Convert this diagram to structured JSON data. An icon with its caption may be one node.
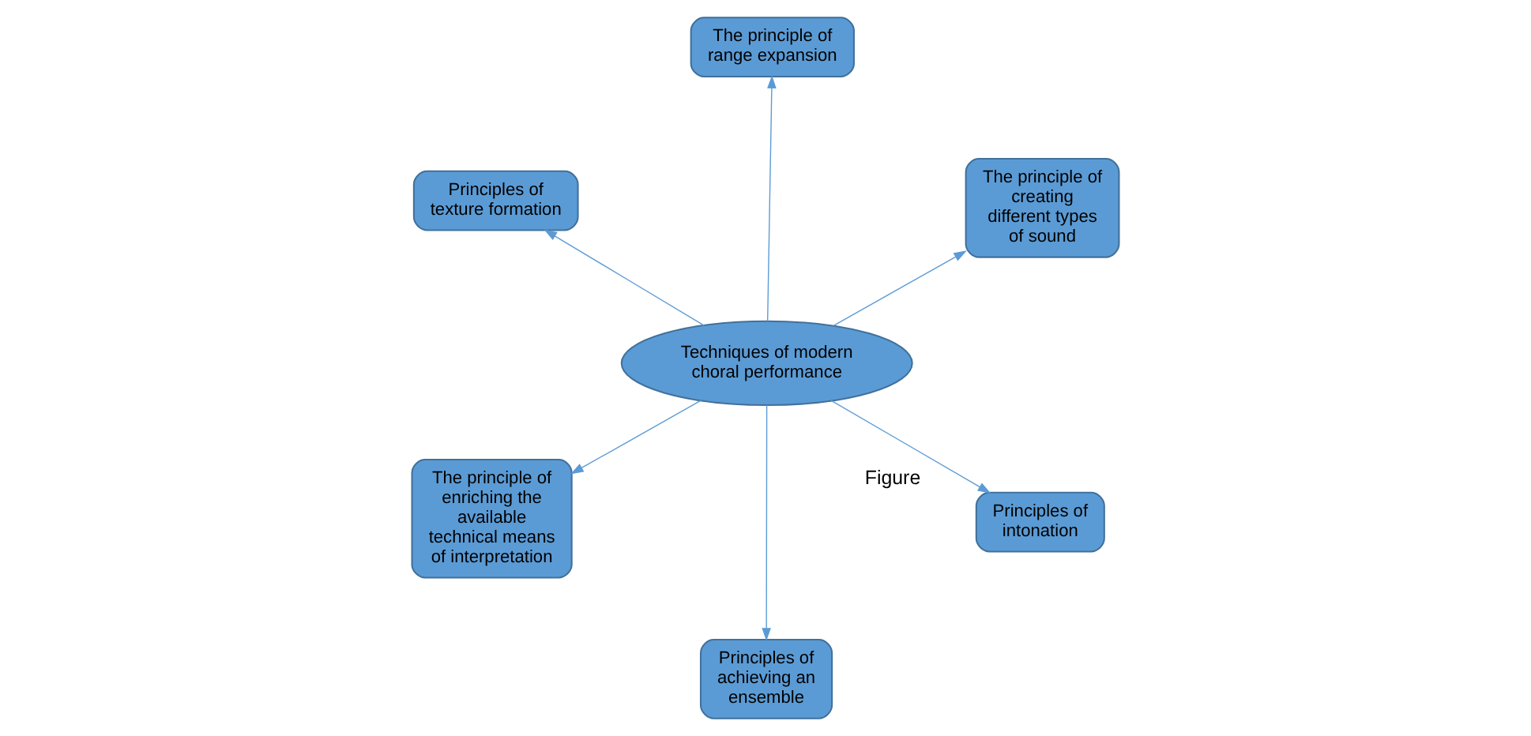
{
  "diagram": {
    "nodes": [
      {
        "text": [
          "Techniques of modern choral performance"
        ]
      },
      {
        "text": [
          "Principles of intonation"
        ]
      },
      {
        "text": [
          "Principles of achieving an ensemble"
        ]
      },
      {
        "text": [
          "Principles of texture formation"
        ]
      },
      {
        "text": [
          "The principle of creating different types of sound"
        ]
      },
      {
        "text": [
          "The principle of range expansion"
        ]
      },
      {
        "text": [
          "The principle of enriching the available technical means of interpretation"
        ]
      }
    ],
    "edges": [
      {
        "from": 0,
        "to": 1,
        "arrow": "to"
      },
      {
        "from": 0,
        "to": 2,
        "arrow": "to"
      },
      {
        "from": 0,
        "to": 3,
        "arrow": "to"
      },
      {
        "from": 0,
        "to": 4,
        "arrow": "to"
      },
      {
        "from": 0,
        "to": 5,
        "arrow": "to"
      },
      {
        "from": 0,
        "to": 6,
        "arrow": "to"
      }
    ],
    "labels": [
      "Figure"
    ]
  }
}
